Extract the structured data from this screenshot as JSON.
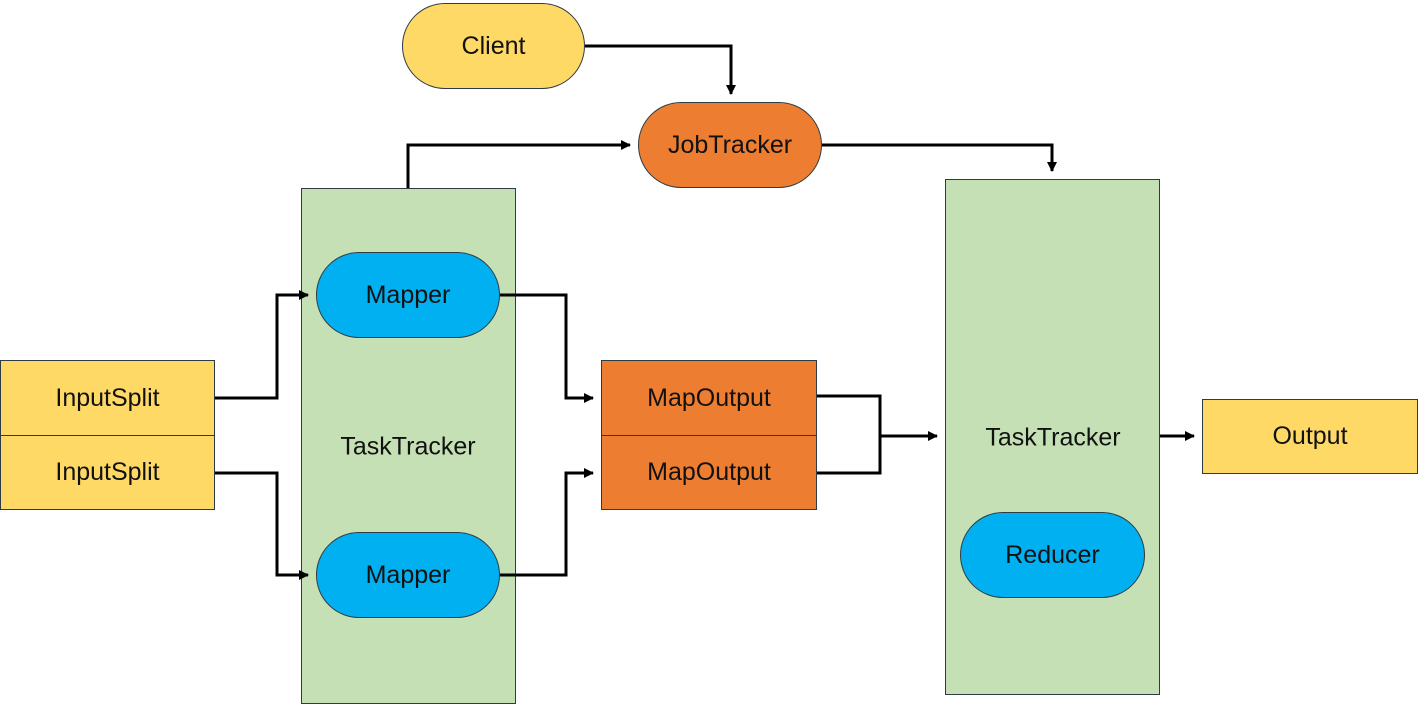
{
  "colors": {
    "client_fill": "#ffd966",
    "jobtracker_fill": "#ed7d31",
    "tasktracker_fill": "#c5e0b4",
    "mapper_fill": "#00b0f0",
    "inputsplit_fill": "#ffd966",
    "mapoutput_fill": "#ed7d31",
    "output_fill": "#ffd966",
    "line": "#000000"
  },
  "nodes": {
    "client": "Client",
    "jobtracker": "JobTracker",
    "tasktracker_left": "TaskTracker",
    "tasktracker_right": "TaskTracker",
    "mapper_top": "Mapper",
    "mapper_bottom": "Mapper",
    "inputsplit_top": "InputSplit",
    "inputsplit_bottom": "InputSplit",
    "mapoutput_top": "MapOutput",
    "mapoutput_bottom": "MapOutput",
    "reducer": "Reducer",
    "output": "Output"
  },
  "edges": [
    {
      "from": "client",
      "to": "jobtracker"
    },
    {
      "from": "tasktracker_left",
      "to": "jobtracker"
    },
    {
      "from": "jobtracker",
      "to": "tasktracker_right"
    },
    {
      "from": "inputsplit_top",
      "to": "mapper_top"
    },
    {
      "from": "inputsplit_bottom",
      "to": "mapper_bottom"
    },
    {
      "from": "mapper_top",
      "to": "mapoutput_top"
    },
    {
      "from": "mapper_bottom",
      "to": "mapoutput_bottom"
    },
    {
      "from": "mapoutput_top",
      "to": "tasktracker_right"
    },
    {
      "from": "mapoutput_bottom",
      "to": "tasktracker_right"
    },
    {
      "from": "tasktracker_right",
      "to": "output"
    }
  ]
}
